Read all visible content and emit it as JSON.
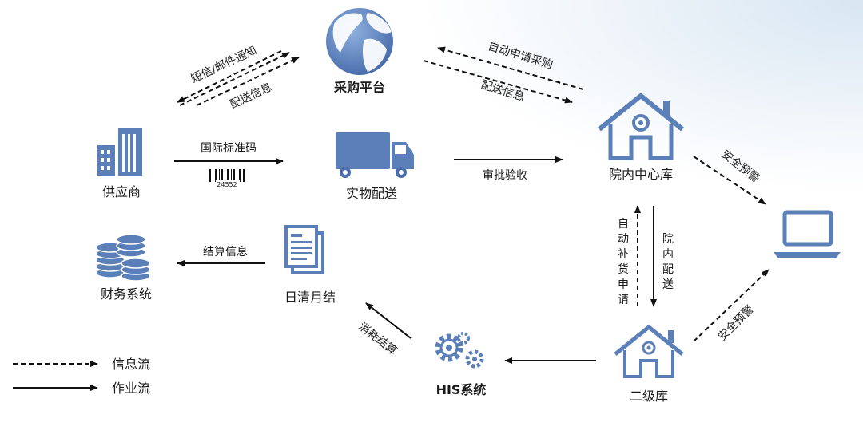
{
  "nodes": {
    "platform": "采购平台",
    "supplier": "供应商",
    "delivery": "实物配送",
    "central": "院内中心库",
    "finance": "财务系统",
    "settle": "日清月结",
    "computer": "",
    "his": "HIS系统",
    "secondary": "二级库"
  },
  "edges": {
    "sms_notice": "短信/邮件通知",
    "dist_info_left": "配送信息",
    "auto_purchase": "自动申请采购",
    "dist_info_right": "配送信息",
    "intl_code": "国际标准码",
    "barcode_number": "24552",
    "approve": "审批验收",
    "safety_warning_top": "安全预警",
    "safety_warning_bottom": "安全预警",
    "settle_info": "结算信息",
    "consume_settle": "消耗结算",
    "auto_replenish": [
      "自",
      "动",
      "补",
      "货",
      "申",
      "请"
    ],
    "in_hospital_dist": [
      "院",
      "内",
      "配",
      "送"
    ]
  },
  "legend": {
    "info_flow": "信息流",
    "work_flow": "作业流"
  },
  "colors": {
    "icon_blue": "#5b7fb8",
    "icon_dark": "#3f63a0",
    "line": "#111111"
  }
}
